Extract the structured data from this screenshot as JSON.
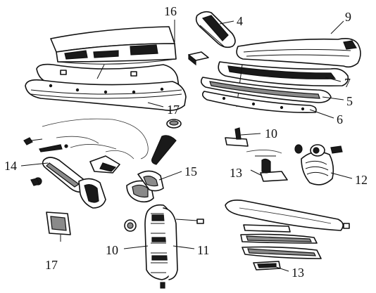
{
  "callouts": [
    "16",
    "4",
    "9",
    "17",
    "7",
    "5",
    "6",
    "10",
    "14",
    "15",
    "13",
    "12",
    "10",
    "11",
    "17",
    "13"
  ]
}
